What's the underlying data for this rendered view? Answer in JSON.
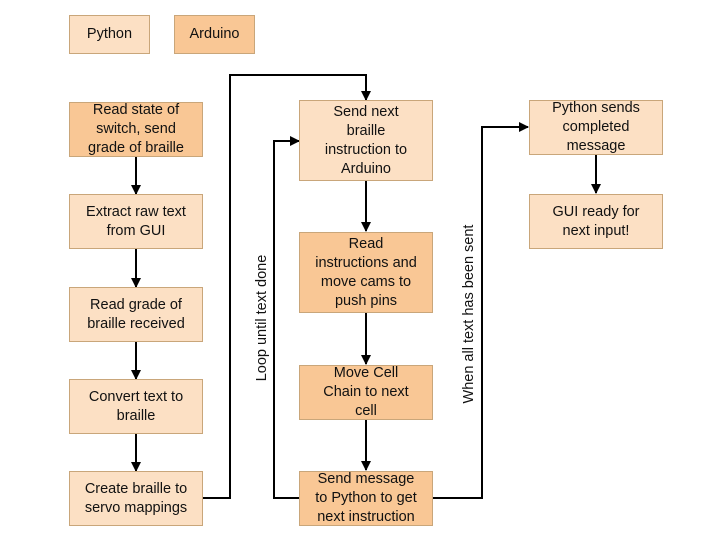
{
  "legend": {
    "python": "Python",
    "arduino": "Arduino"
  },
  "nodes": {
    "read_switch": "Read state of\nswitch, send\ngrade of braille",
    "extract_text": "Extract raw text\nfrom GUI",
    "read_grade": "Read grade of\nbraille received",
    "convert_text": "Convert text to\nbraille",
    "create_mappings": "Create braille to\nservo mappings",
    "send_instruction": "Send next\nbraille\ninstruction to\nArduino",
    "read_instructions": "Read\ninstructions and\nmove cams to\npush pins",
    "move_cell": "Move Cell\nChain to next\ncell",
    "send_message": "Send message\nto Python to get\nnext instruction",
    "python_sends": "Python sends\ncompleted\nmessage",
    "gui_ready": "GUI ready for\nnext input!"
  },
  "edge_labels": {
    "loop": "Loop until text done",
    "all_sent": "When all text has been sent"
  },
  "colors": {
    "python_fill": "#fce0c4",
    "arduino_fill": "#f9c795",
    "border": "#c9a67a",
    "line": "#000000"
  }
}
